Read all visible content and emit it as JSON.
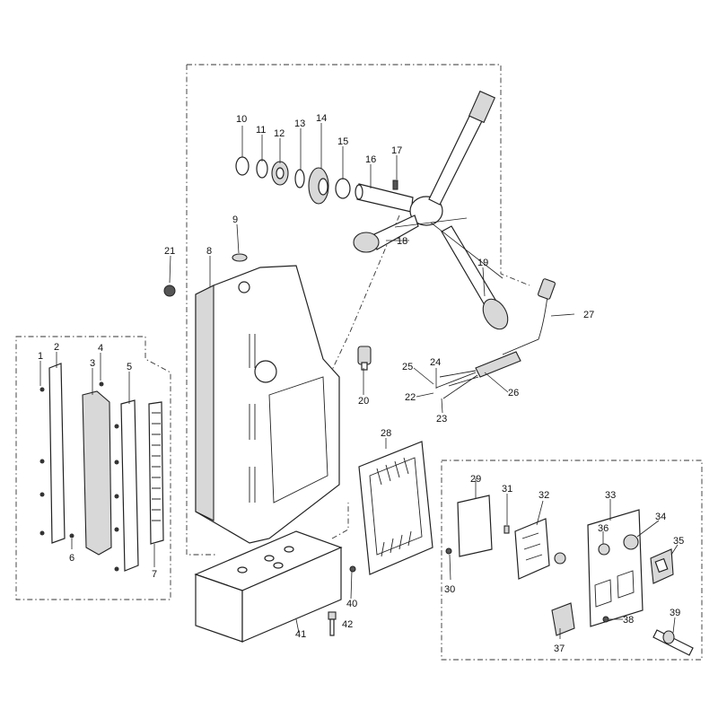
{
  "part_labels": [
    "1",
    "2",
    "3",
    "4",
    "5",
    "6",
    "7",
    "8",
    "9",
    "10",
    "11",
    "12",
    "13",
    "14",
    "15",
    "16",
    "17",
    "18",
    "19",
    "20",
    "21",
    "22",
    "23",
    "24",
    "25",
    "26",
    "27",
    "28",
    "29",
    "30",
    "31",
    "32",
    "33",
    "34",
    "35",
    "36",
    "37",
    "38",
    "39",
    "40",
    "41",
    "42"
  ]
}
